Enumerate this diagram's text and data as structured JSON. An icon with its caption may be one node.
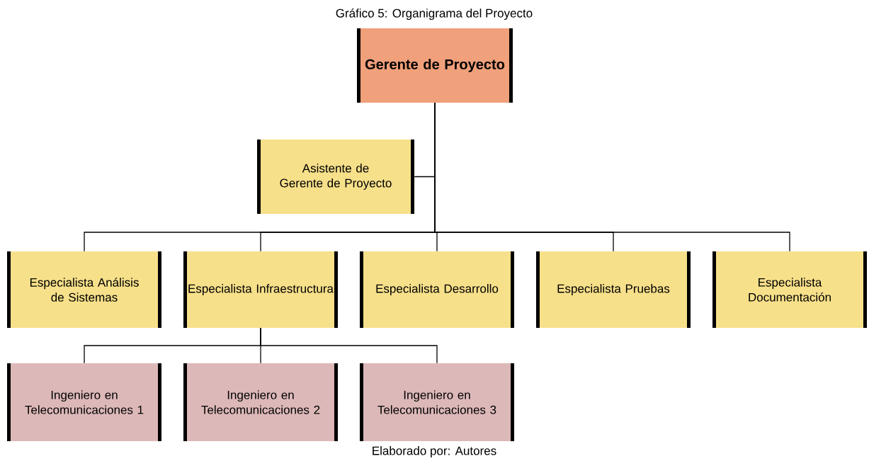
{
  "diagram": {
    "title": "Gráfico 5: Organigrama del Proyecto",
    "caption": "Elaborado por: Autores",
    "nodes": [
      {
        "text": [
          "Gerente de Proyecto"
        ]
      },
      {
        "text": [
          "Asistente de Gerente de Proyecto"
        ]
      },
      {
        "text": [
          "Especialista Análisis de Sistemas"
        ]
      },
      {
        "text": [
          "Especialista Infraestructura"
        ]
      },
      {
        "text": [
          "Especialista Desarrollo"
        ]
      },
      {
        "text": [
          "Especialista Pruebas"
        ]
      },
      {
        "text": [
          "Especialista Documentación"
        ]
      },
      {
        "text": [
          "Ingeniero en Telecomunicaciones 1"
        ]
      },
      {
        "text": [
          "Ingeniero en Telecomunicaciones 2"
        ]
      },
      {
        "text": [
          "Ingeniero en Telecomunicaciones 3"
        ]
      }
    ],
    "edges": [
      {
        "from": 0,
        "to": 1,
        "arrow": "none"
      },
      {
        "from": 0,
        "to": 2,
        "arrow": "none"
      },
      {
        "from": 0,
        "to": 3,
        "arrow": "none"
      },
      {
        "from": 0,
        "to": 4,
        "arrow": "none"
      },
      {
        "from": 0,
        "to": 5,
        "arrow": "none"
      },
      {
        "from": 0,
        "to": 6,
        "arrow": "none"
      },
      {
        "from": 3,
        "to": 7,
        "arrow": "none"
      },
      {
        "from": 3,
        "to": 8,
        "arrow": "none"
      },
      {
        "from": 3,
        "to": 9,
        "arrow": "none"
      }
    ]
  }
}
